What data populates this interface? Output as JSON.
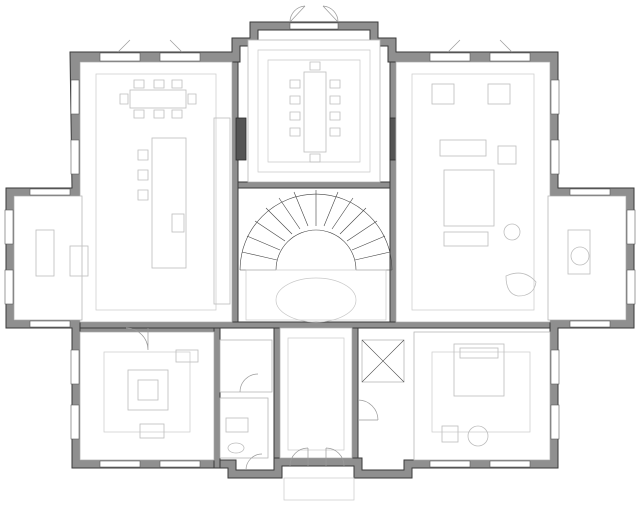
{
  "page": {
    "type": "architectural-floor-plan",
    "colors": {
      "wall_fill": "#8f8f8f",
      "wall_stroke": "#3a3a3a",
      "furniture": "#bdbdbd",
      "background": "#ffffff"
    }
  },
  "rooms": [
    {
      "id": "dining-kitchen",
      "label": ""
    },
    {
      "id": "conference",
      "label": ""
    },
    {
      "id": "stair-hall",
      "label": ""
    },
    {
      "id": "living",
      "label": ""
    },
    {
      "id": "west-sitting",
      "label": ""
    },
    {
      "id": "east-sitting",
      "label": ""
    },
    {
      "id": "southwest-bedroom",
      "label": ""
    },
    {
      "id": "southeast-bedroom",
      "label": ""
    },
    {
      "id": "entry-foyer",
      "label": ""
    },
    {
      "id": "elevator",
      "label": ""
    },
    {
      "id": "powder-room",
      "label": ""
    }
  ]
}
